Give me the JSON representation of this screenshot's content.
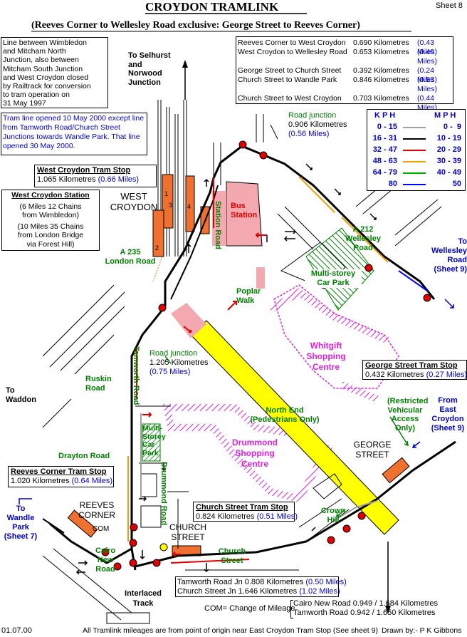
{
  "header": {
    "sheet": "Sheet 8",
    "title": "CROYDON TRAMLINK",
    "subtitle": "(Reeves Corner to Wellesley Road exclusive: George Street to Reeves Corner)"
  },
  "notes": {
    "closure": [
      "Line between Wimbledon",
      "and Mitcham North",
      "Junction, also between",
      "Mitcham South Junction",
      "and West Croydon closed",
      "by Railtrack for conversion",
      "to tram operation on",
      "31 May 1997"
    ],
    "opened": [
      "Tram line opened 10 May 2000 except line",
      "from Tamworth Road/Church Street",
      "Junctions towards Wandle Park. That line",
      "opened 30 May 2000."
    ]
  },
  "distances": [
    {
      "label": "Reeves Corner to West Croydon",
      "km": "0.690 Kilometres",
      "mi": "(0.43 Miles)"
    },
    {
      "label": "West Croydon to Wellesley Road",
      "km": "0.653 Kilometres",
      "mi": "(0.40 Miles)"
    },
    {
      "label": "George Street to Church Street",
      "km": "0.392 Kilometres",
      "mi": "(0.24 Miles)"
    },
    {
      "label": "Church Street to Wandle Park",
      "km": "0.846 Kilometres",
      "mi": "(0.53 Miles)"
    },
    {
      "label": "Church Street to West Croydon",
      "km": "0.703 Kilometres",
      "mi": "(0.44 Miles)"
    }
  ],
  "speed_legend": {
    "kph_head": "K P H",
    "mph_head": "M P H",
    "rows": [
      {
        "kph": "0 - 15",
        "mph": "0 -  9",
        "color": "#a0a0a0"
      },
      {
        "kph": "16 - 31",
        "mph": "10 - 19",
        "color": "#000000"
      },
      {
        "kph": "32 - 47",
        "mph": "20 - 29",
        "color": "#e00000"
      },
      {
        "kph": "48 - 63",
        "mph": "30 - 39",
        "color": "#f0a000"
      },
      {
        "kph": "64 - 79",
        "mph": "40 - 49",
        "color": "#00b000"
      },
      {
        "kph": "80",
        "mph": "50",
        "color": "#0000ff"
      }
    ]
  },
  "stops": {
    "west_croydon": {
      "name": "West Croydon Tram Stop",
      "km": "1.065 Kilometres",
      "mi": "(0.66 Miles)"
    },
    "george_street": {
      "name": "George Street Tram Stop",
      "km": "0.432 Kilometres",
      "mi": "(0.27 Miles)"
    },
    "reeves_corner": {
      "name": "Reeves Corner Tram Stop",
      "km": "1.020 Kilometres",
      "mi": "(0.64 Miles)"
    },
    "church_street": {
      "name": "Church Street Tram Stop",
      "km": "0.824 Kilometres",
      "mi": "(0.51 Miles)"
    }
  },
  "station_box": {
    "title": "West Croydon Station",
    "lines": [
      "(6 Miles 12 Chains",
      "from Wimbledon)",
      "(10 Miles 35 Chains",
      "from London Bridge",
      "via Forest Hill)"
    ]
  },
  "junctions": {
    "north": {
      "title": "Road junction",
      "km": "0.906 Kilometres",
      "mi": "(0.56 Miles)"
    },
    "south": {
      "title": "Road junction",
      "km": "1.205 Kilometres",
      "mi": "(0.75 Miles)"
    }
  },
  "place_labels": {
    "west_croydon": [
      "WEST",
      "CROYDON"
    ],
    "selhurst": [
      "To Selhurst",
      "and",
      "Norwood",
      "Junction"
    ],
    "waddon": [
      "To",
      "Waddon"
    ],
    "reeves_corner": [
      "REEVES",
      "CORNER"
    ],
    "church_street": [
      "CHURCH",
      "STREET"
    ],
    "george_street": [
      "GEORGE",
      "STREET"
    ],
    "com": "COM",
    "interlaced": [
      "Interlaced",
      "Track"
    ],
    "platforms": [
      "1",
      "3",
      "4",
      "2"
    ]
  },
  "road_labels": {
    "station_road": "Station Road",
    "a235": [
      "A 235",
      "London Road"
    ],
    "a212": [
      "A 212",
      "Wellesley",
      "Road"
    ],
    "poplar": [
      "Poplar",
      "Walk"
    ],
    "ruskin": [
      "Ruskin",
      "Road"
    ],
    "tamworth": "Tamworth Road",
    "drayton": "Drayton Road",
    "drummond": "Drummond Road",
    "north_end": [
      "North End",
      "(Pedestrians Only)"
    ],
    "restricted": [
      "(Restricted",
      "Vehicular",
      "Access",
      "Only)"
    ],
    "crown_hill": [
      "Crown",
      "Hill"
    ],
    "cairo": [
      "Cairo",
      "New",
      "Road"
    ],
    "church_street": [
      "Church",
      "Street"
    ]
  },
  "area_labels": {
    "bus_station": [
      "Bus",
      "Station"
    ],
    "car_park": [
      "Multi-storey",
      "Car Park"
    ],
    "whitgift": [
      "Whitgift",
      "Shopping",
      "Centre"
    ],
    "drummond_centre": [
      "Drummond",
      "Shopping",
      "Centre"
    ],
    "multi_storey_small": [
      "Multi-",
      "Storey",
      "Car",
      "Park"
    ]
  },
  "destinations": {
    "wellesley": [
      "To",
      "Wellesley",
      "Road",
      "(Sheet 9)"
    ],
    "east_croydon": [
      "From",
      "East",
      "Croydon",
      "(Sheet 9)"
    ],
    "wandle": [
      "To",
      "Wandle",
      "Park",
      "(Sheet 7)"
    ]
  },
  "bottom_notes": {
    "tamworth_jn": {
      "text": "Tamworth Road Jn 0.808 Kilometres",
      "mi": "(0.50 Miles)"
    },
    "church_jn": {
      "text": "Church Street Jn 1.646 Kilometres",
      "mi": "(1.02 Miles)"
    },
    "com_note": "COM= Change of Mileage",
    "cairo_line": "Cairo New Road 0.949 / 1.684 Kilometres",
    "tamworth_line": "Tamworth Road 0.942 / 1.650 Kilometres"
  },
  "footer": {
    "date": "01.07.00",
    "origin": "All Tramlink mileages are from point of origin near East Croydon Tram Stop (See sheet 9)",
    "author": "Drawn by:- P K Gibbons"
  }
}
